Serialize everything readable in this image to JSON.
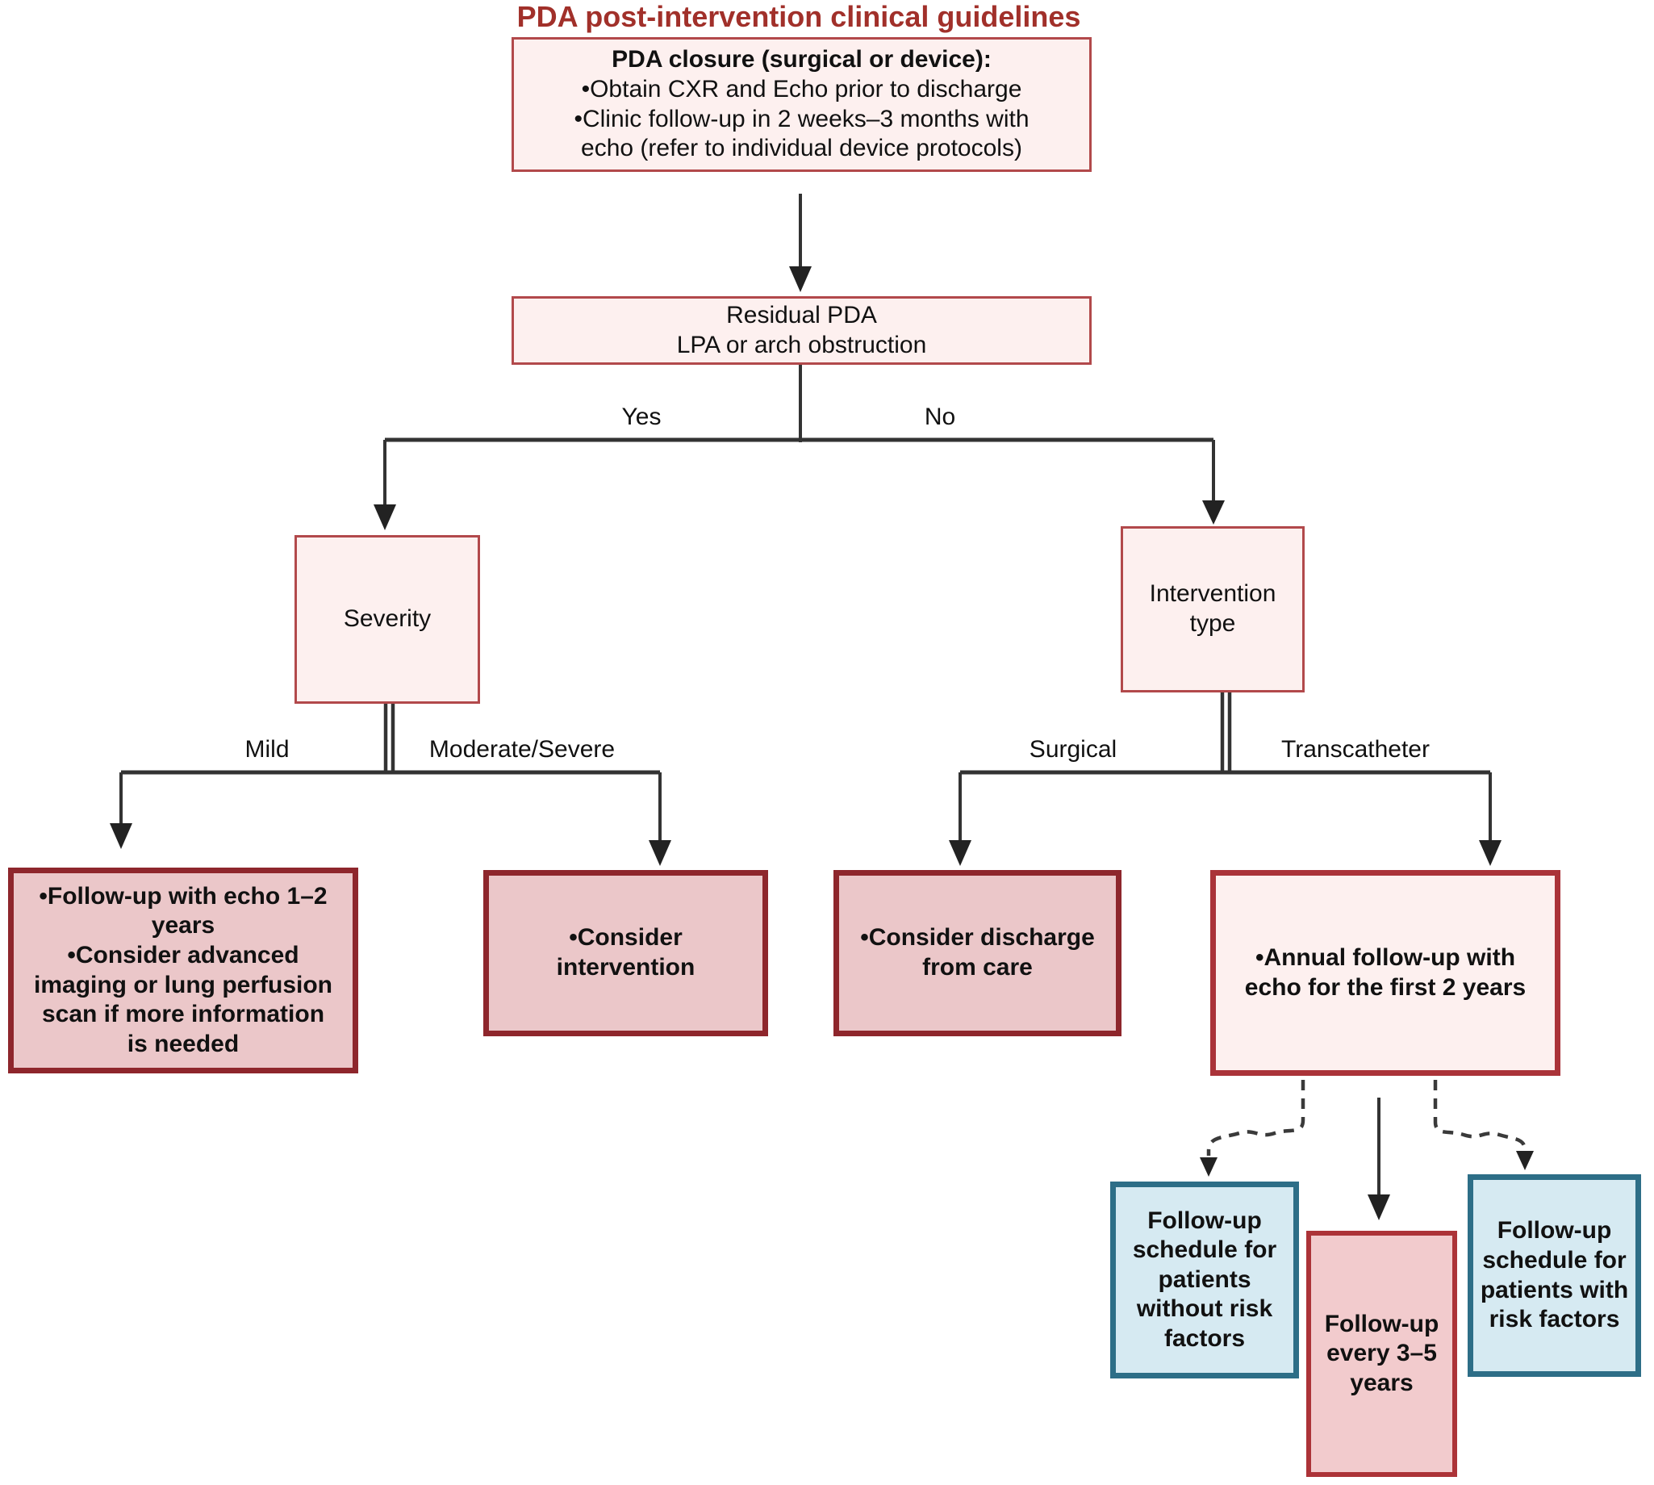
{
  "title": "PDA post-intervention clinical guidelines",
  "closure_box": {
    "heading": "PDA closure (surgical or device):",
    "bullet1": "•Obtain CXR and Echo prior to discharge",
    "bullet2": "•Clinic follow-up in 2 weeks–3 months with\necho (refer to individual device protocols)"
  },
  "residual_box": {
    "text": "Residual PDA\nLPA or arch obstruction"
  },
  "severity_box": {
    "text": "Severity"
  },
  "intervention_type_box": {
    "text": "Intervention\ntype"
  },
  "branch_labels": {
    "yes": "Yes",
    "no": "No",
    "mild": "Mild",
    "moderate_severe": "Moderate/Severe",
    "surgical": "Surgical",
    "transcatheter": "Transcatheter"
  },
  "outcomes": {
    "mild": "•Follow-up with echo 1–2\nyears\n•Consider advanced\nimaging or lung perfusion\nscan if more information\nis needed",
    "moderate_severe": "•Consider\nintervention",
    "surgical": "•Consider discharge\nfrom care",
    "transcatheter": "•Annual follow-up with\necho for the first 2 years"
  },
  "followup_boxes": {
    "without_risk": "Follow-up\nschedule for\npatients\nwithout risk\nfactors",
    "every_3_5": "Follow-up\nevery 3–5\nyears",
    "with_risk": "Follow-up\nschedule for\npatients with\nrisk factors"
  },
  "colors": {
    "title_text": "#a1302a",
    "light_box_fill": "#fdf0ef",
    "light_box_border": "#b2494b",
    "outcome_fill": "#ebc7c9",
    "outcome_border": "#8e262c",
    "annual_border": "#aa3339",
    "blue_fill": "#d6eaf2",
    "blue_border": "#2d6e87",
    "end_pink_fill": "#f2cbcd",
    "end_pink_border": "#ac3338",
    "connector_line": "#333333"
  }
}
